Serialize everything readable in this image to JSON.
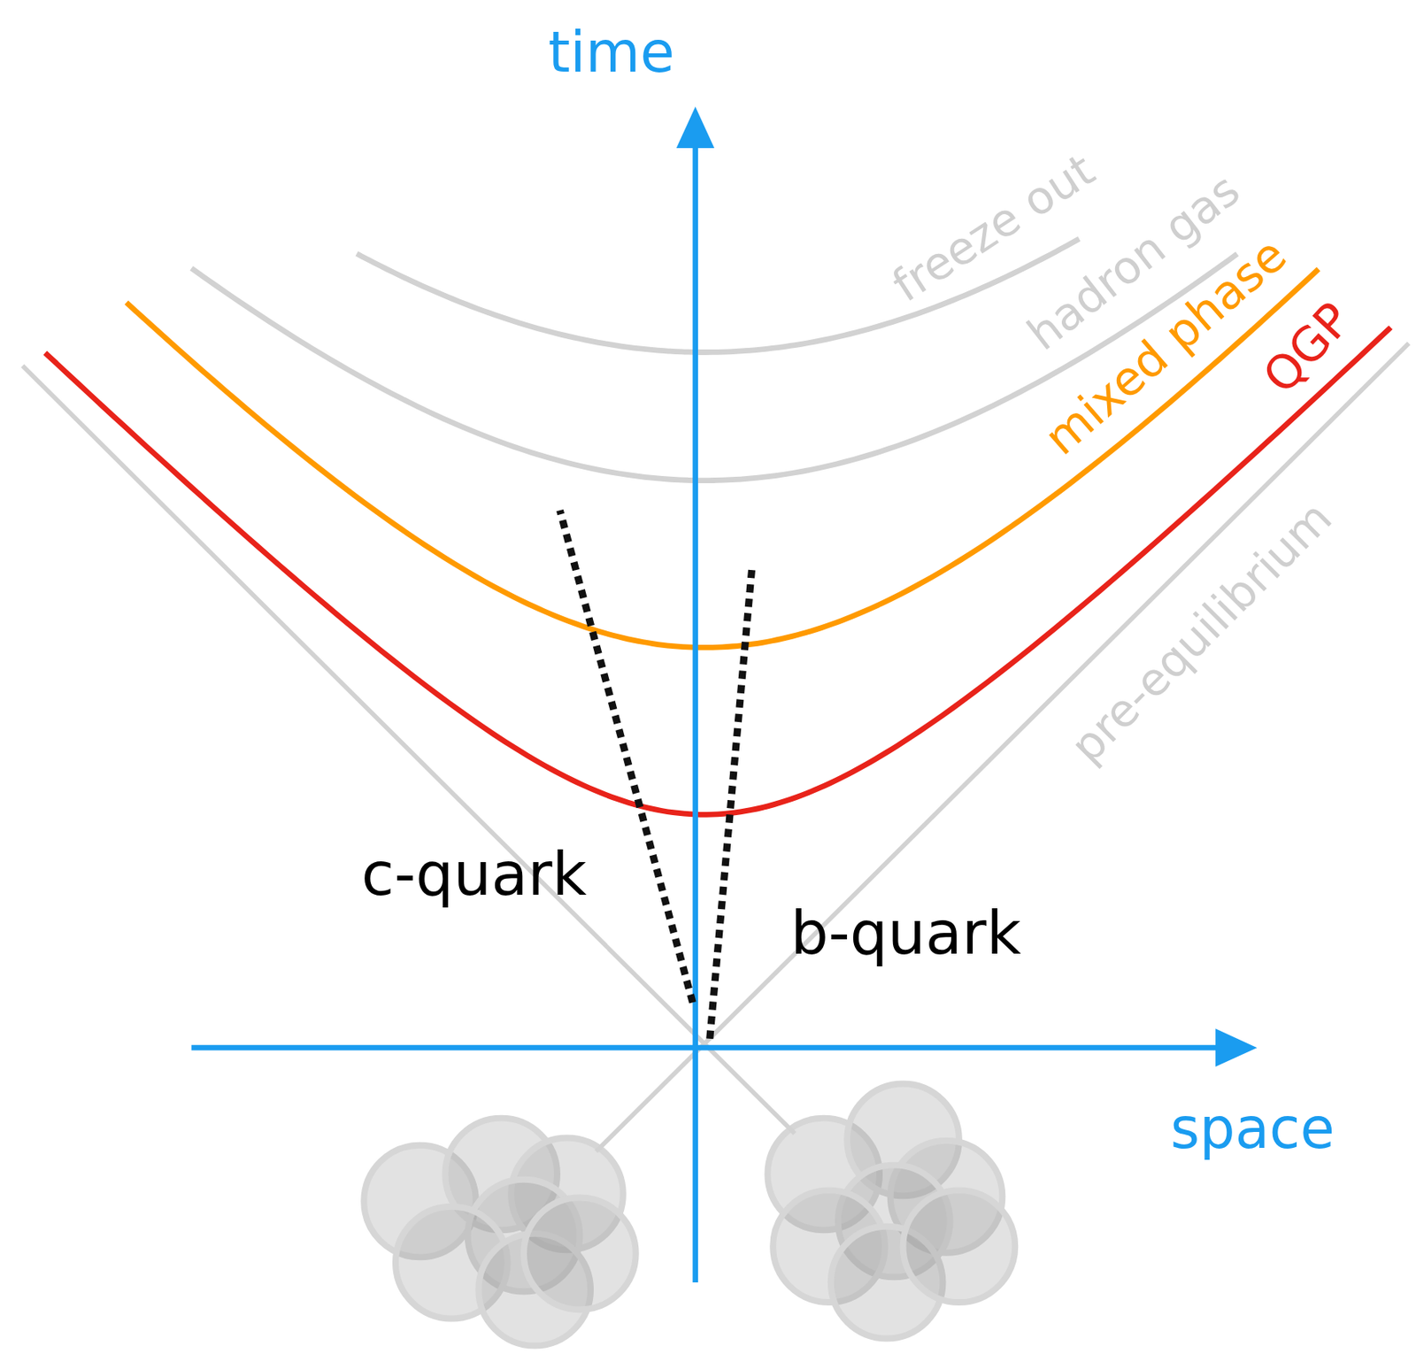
{
  "diagram": {
    "labels": [
      "time",
      "space",
      "freeze out",
      "hadron gas",
      "mixed phase",
      "QGP",
      "pre-equilibrium",
      "c-quark",
      "b-quark"
    ]
  }
}
